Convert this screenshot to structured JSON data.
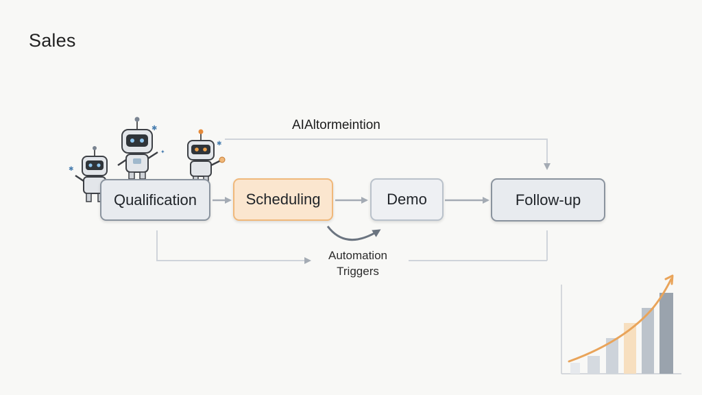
{
  "header": {
    "title": "Sales"
  },
  "diagram": {
    "banner": "AIAltormeintion",
    "stages": [
      {
        "label": "Qualification"
      },
      {
        "label": "Scheduling"
      },
      {
        "label": "Demo"
      },
      {
        "label": "Follow-up"
      }
    ],
    "triggers_label": [
      "Automation",
      "Triggers"
    ]
  },
  "colors": {
    "stage_border": "#8a939e",
    "stage_fill": "#e8ebef",
    "highlight_border": "#f0b87a",
    "highlight_fill": "#fbe6cf",
    "connector": "#a4abb4",
    "chart_orange": "#f0b87a",
    "chart_bar_dark": "#9aa3ad",
    "chart_bar_light": "#d5dae0"
  },
  "icons": [
    "robot-icon",
    "robot-icon",
    "robot-icon-orange",
    "growth-chart-icon"
  ]
}
